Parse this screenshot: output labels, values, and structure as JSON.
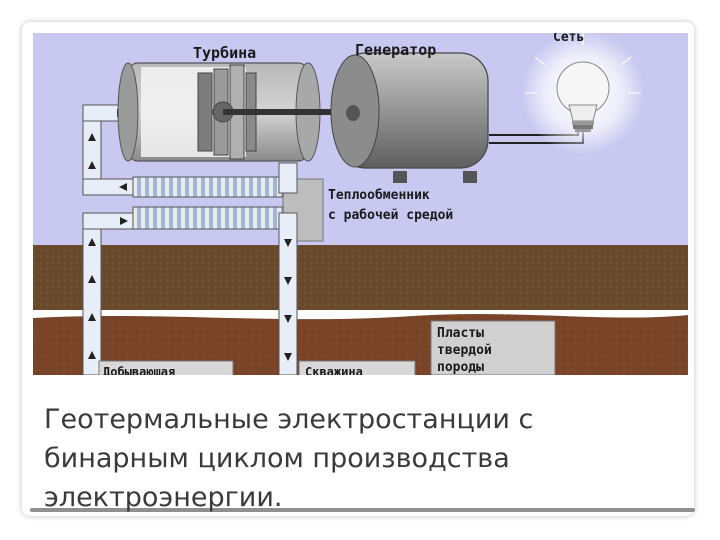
{
  "diagram": {
    "labels": {
      "turbine": "Турбина",
      "generator": "Генератор",
      "network": "Сеть",
      "heat_exchanger_line1": "Теплообменник",
      "heat_exchanger_line2": "с рабочей средой",
      "rock_line1": "Пласты",
      "rock_line2": "твердой",
      "rock_line3": "породы",
      "production_well": "Добывающая",
      "injection_well": "Скважина"
    },
    "colors": {
      "sky": "#c8c8f0",
      "soil_upper": "#6a4a2c",
      "soil_lower": "#7a4428",
      "pipe": "#e8eef8",
      "metal": "#8e8e8e"
    }
  },
  "caption": {
    "text": "Геотермальные электростанции с бинарным циклом производства электроэнергии."
  }
}
